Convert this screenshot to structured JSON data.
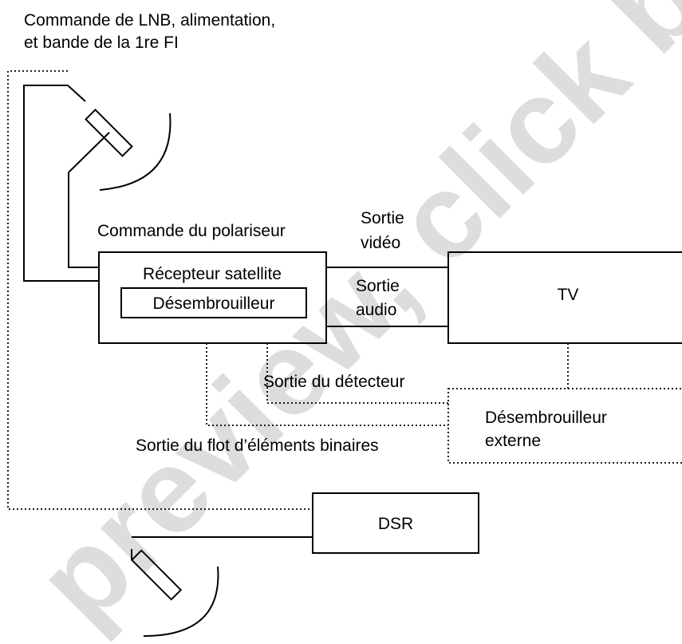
{
  "labels": {
    "lnb_control_line1": "Commande de LNB, alimentation,",
    "lnb_control_line2": "et bande de la 1re FI",
    "polarizer_control": "Commande du polariseur",
    "video_out_line1": "Sortie",
    "video_out_line2": "vidéo",
    "audio_out_line1": "Sortie",
    "audio_out_line2": "audio",
    "detector_out": "Sortie du détecteur",
    "bitstream_out": "Sortie du flot d’éléments binaires"
  },
  "boxes": {
    "receiver": "Récepteur satellite",
    "descrambler": "Désembrouilleur",
    "tv": "TV",
    "external_descrambler_line1": "Désembrouilleur",
    "external_descrambler_line2": "externe",
    "dsr": "DSR"
  },
  "watermark": "preview, click buy"
}
